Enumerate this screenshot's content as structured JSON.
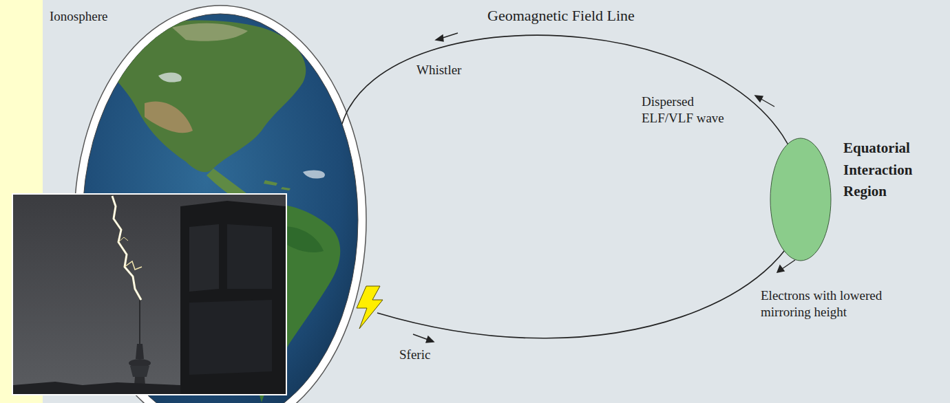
{
  "diagram": {
    "nodes": [
      {
        "text": [
          "Equatorial Interaction Region"
        ]
      }
    ],
    "labels": [
      "Ionosphere",
      "Geomagnetic Field Line",
      "Whistler",
      "Dispersed ELF/VLF wave",
      "Electrons with lowered mirroring height",
      "Sferic"
    ]
  }
}
